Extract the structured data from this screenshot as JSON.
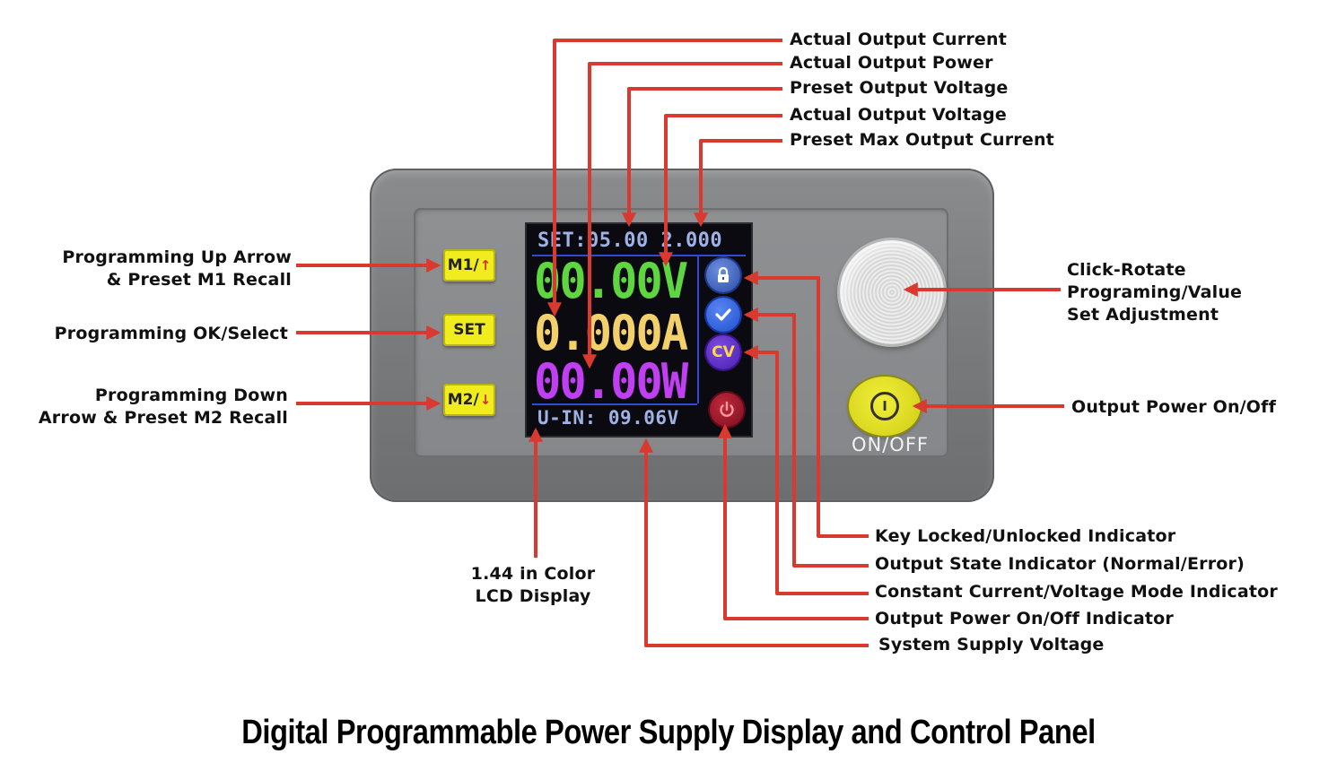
{
  "callouts": {
    "actual_output_current": "Actual Output Current",
    "actual_output_power": "Actual Output Power",
    "preset_output_voltage": "Preset Output Voltage",
    "actual_output_voltage": "Actual Output Voltage",
    "preset_max_output_current": "Preset Max Output Current",
    "up_arrow_line1": "Programming Up Arrow",
    "up_arrow_line2": "& Preset M1 Recall",
    "ok_select": "Programming OK/Select",
    "down_arrow_line1": "Programming Down",
    "down_arrow_line2": "Arrow & Preset M2 Recall",
    "knob_line1": "Click-Rotate",
    "knob_line2": "Programing/Value",
    "knob_line3": "Set Adjustment",
    "output_power_onoff": "Output Power On/Off",
    "lcd_line1": "1.44 in Color",
    "lcd_line2": "LCD Display",
    "key_lock_indicator": "Key Locked/Unlocked Indicator",
    "output_state_indicator": "Output State Indicator (Normal/Error)",
    "cc_cv_indicator": "Constant Current/Voltage Mode Indicator",
    "power_onoff_indicator": "Output Power On/Off Indicator",
    "system_supply_voltage": "System Supply Voltage"
  },
  "device": {
    "keys": {
      "m1": "M1/",
      "set": "SET",
      "m2": "M2/"
    },
    "lcd": {
      "set_line": "SET:05.00 2.000",
      "voltage": "00.00V",
      "current": "0.000A",
      "power": "00.00W",
      "input_line": "U-IN: 09.06V",
      "mode_badge": "CV"
    },
    "onoff_label": "ON/OFF",
    "onoff_symbol": "I"
  },
  "icons": {
    "up": "up-arrow-icon",
    "down": "down-arrow-icon",
    "lock": "lock-icon",
    "check": "check-icon",
    "power": "power-icon"
  },
  "colors": {
    "arrow": "#d9392e",
    "key_yellow": "#f1ec1d",
    "lcd_voltage": "#5dd63f",
    "lcd_current": "#f2d06a",
    "lcd_power": "#c13ff2",
    "lcd_text": "#9fb2e6"
  },
  "title": "Digital Programmable Power Supply Display and Control Panel"
}
